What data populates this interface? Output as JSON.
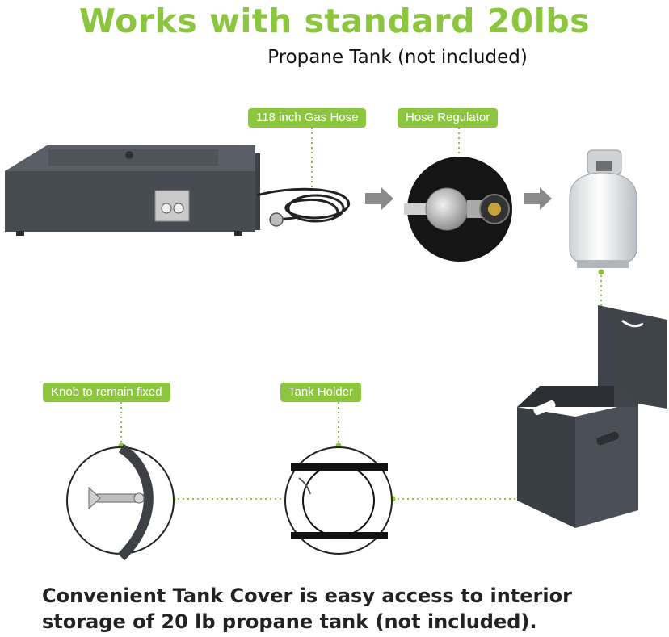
{
  "headline": "Works with standard 20lbs",
  "subheadline": "Propane Tank (not included)",
  "labels": {
    "gas_hose": "118 inch Gas Hose",
    "hose_regulator": "Hose Regulator",
    "knob": "Knob to remain fixed",
    "tank_holder": "Tank Holder"
  },
  "footer": {
    "line1": "Convenient Tank Cover is easy access to interior",
    "line2": "storage of 20 lb propane tank (not included)."
  },
  "colors": {
    "accent_green": "#8cc63f",
    "product_gray": "#4a4e55",
    "arrow_gray": "#8a8a8a"
  }
}
